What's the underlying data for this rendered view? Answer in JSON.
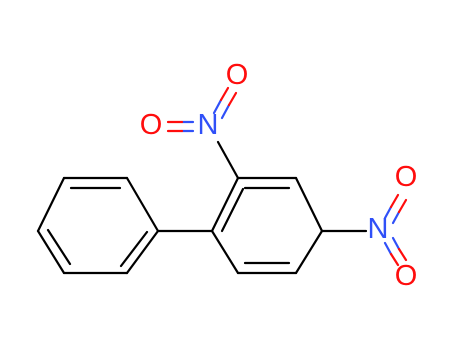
{
  "molecule": {
    "atoms": [
      {
        "symbol": "O",
        "color": "#ff0d0d"
      },
      {
        "symbol": "N",
        "color": "#3050f8"
      },
      {
        "symbol": "O",
        "color": "#ff0d0d"
      },
      {
        "symbol": "N",
        "color": "#3050f8"
      },
      {
        "symbol": "O",
        "color": "#ff0d0d"
      },
      {
        "symbol": "O",
        "color": "#ff0d0d"
      }
    ],
    "bond_color": "#000000"
  }
}
